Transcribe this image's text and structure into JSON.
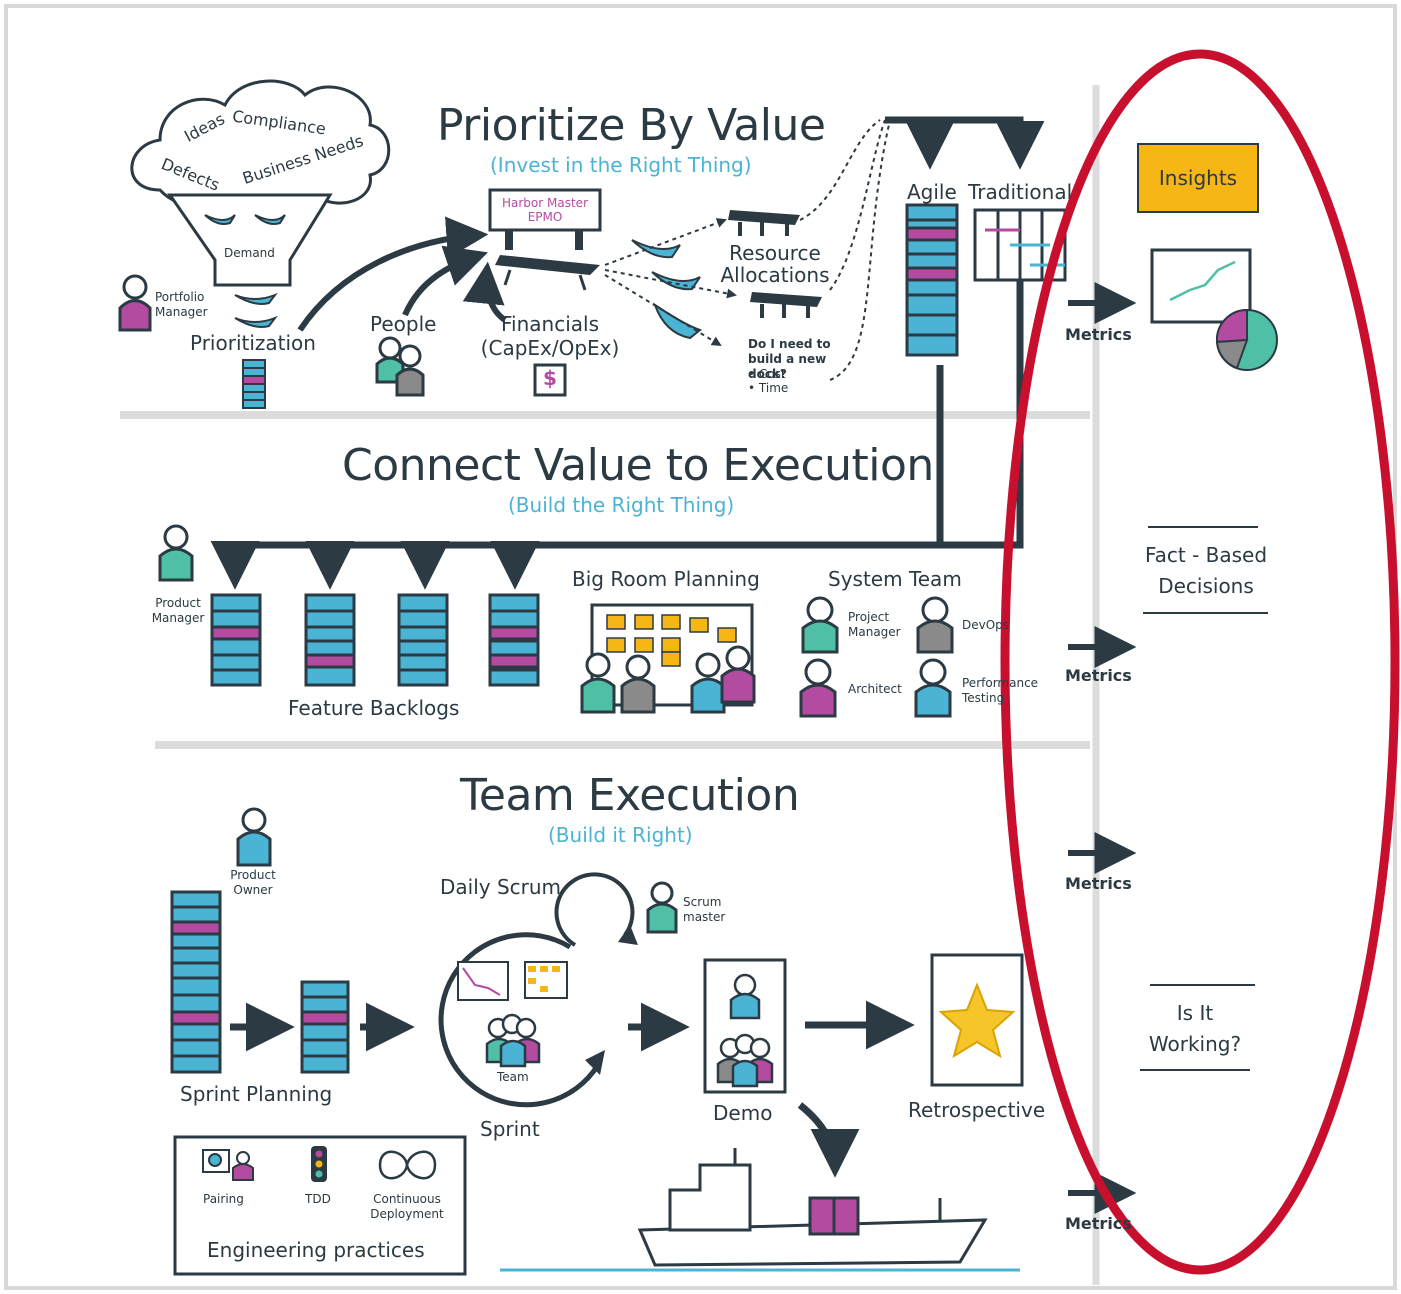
{
  "sections": {
    "prioritize": {
      "title": "Prioritize By Value",
      "subtitle": "(Invest in the Right Thing)"
    },
    "connect": {
      "title": "Connect Value to Execution",
      "subtitle": "(Build the Right Thing)"
    },
    "team": {
      "title": "Team Execution",
      "subtitle": "(Build it Right)"
    }
  },
  "cloud_words": [
    "Ideas",
    "Compliance",
    "Defects",
    "Business Needs"
  ],
  "funnel_label": "Demand",
  "portfolio_manager": "Portfolio Manager",
  "prioritization": "Prioritization",
  "people": "People",
  "financials": "Financials (CapEx/OpEx)",
  "dollar": "$",
  "harbor_master": "Harbor Master EPMO",
  "resource_allocations": "Resource Allocations",
  "dock_question": "Do I need to build a new dock?",
  "dock_bullets": [
    "• Cost",
    "• Time"
  ],
  "agile": "Agile",
  "traditional": "Traditional",
  "product_manager": "Product Manager",
  "feature_backlogs": "Feature Backlogs",
  "big_room_planning": "Big Room Planning",
  "system_team": {
    "title": "System Team",
    "roles": [
      "Project Manager",
      "DevOps",
      "Architect",
      "Performance Testing"
    ]
  },
  "product_owner": "Product Owner",
  "daily_scrum": "Daily Scrum",
  "scrum_master": "Scrum master",
  "team": "Team",
  "sprint_planning": "Sprint Planning",
  "sprint": "Sprint",
  "demo": "Demo",
  "retrospective": "Retrospective",
  "engineering_practices": {
    "title": "Engineering practices",
    "items": [
      "Pairing",
      "TDD",
      "Continuous Deployment"
    ]
  },
  "right_column": {
    "insights": "Insights",
    "metrics": [
      "Metrics",
      "Metrics",
      "Metrics",
      "Metrics"
    ],
    "fact_based": "Fact - Based Decisions",
    "is_it_working": "Is It Working?"
  },
  "colors": {
    "ink": "#2b3a43",
    "blue": "#4bb3d3",
    "magenta": "#b34ba0",
    "teal": "#4fc0a5",
    "gray": "#8a8a8a",
    "yellow": "#f6b716",
    "highlight_ellipse": "#c8102e",
    "frame": "#d9d9d9"
  }
}
